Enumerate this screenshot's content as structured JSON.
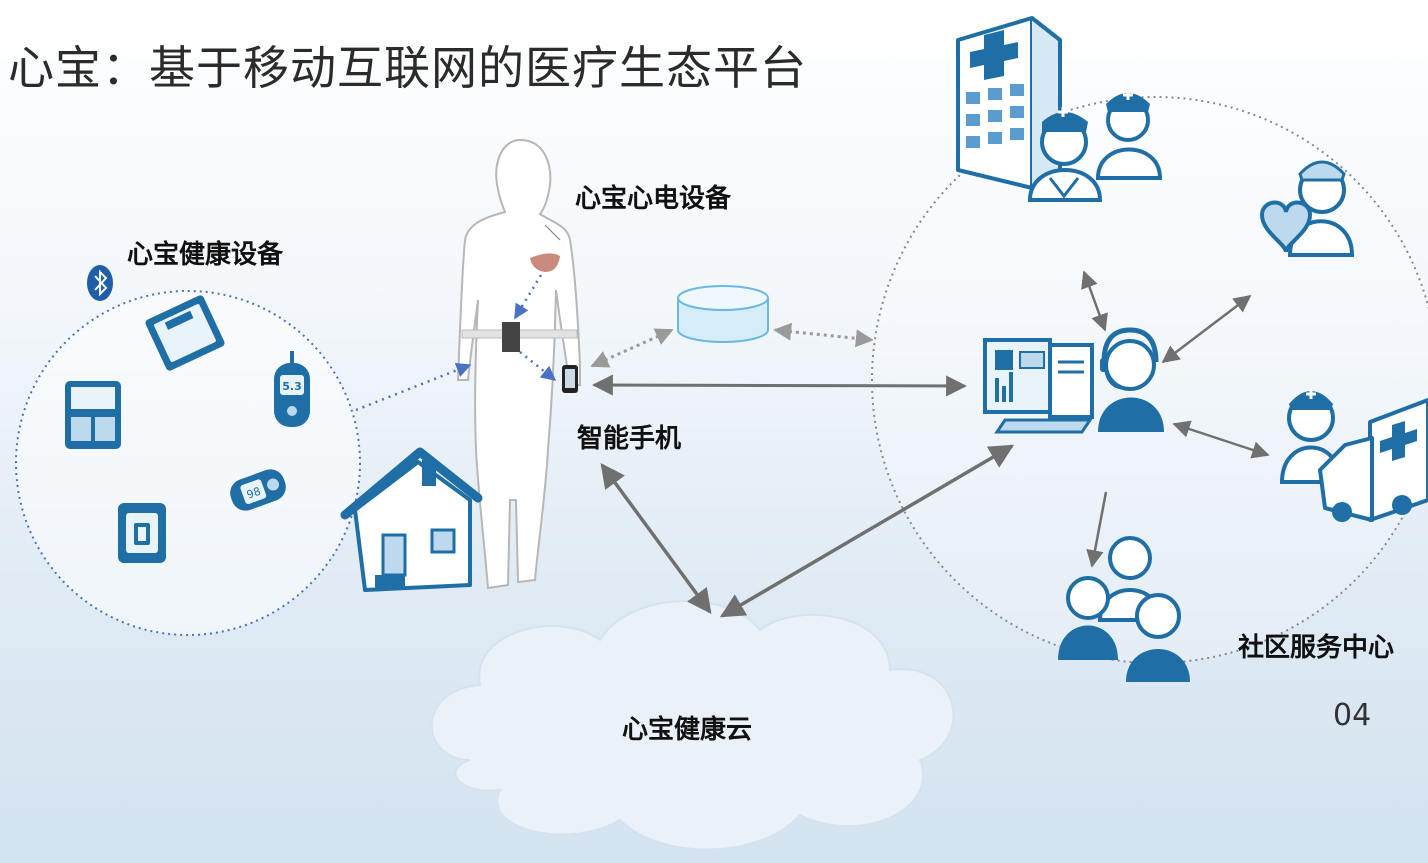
{
  "title": "心宝：基于移动互联网的医疗生态平台",
  "labels": {
    "health_devices": "心宝健康设备",
    "ecg_device": "心宝心电设备",
    "smartphone": "智能手机",
    "health_cloud": "心宝健康云",
    "community_center": "社区服务中心"
  },
  "devices": {
    "glucose_reading": "5.3",
    "oximeter_reading": "98"
  },
  "page_number": "04",
  "colors": {
    "icon_blue": "#1f6fa6",
    "icon_light": "#bcd9ee",
    "arrow_gray": "#707070",
    "dotted_blue": "#4a72c4",
    "ecg_patch": "#c98b7d"
  },
  "icons": [
    "bluetooth-icon",
    "scale-icon",
    "glucose-meter-icon",
    "monitor-case-icon",
    "pulse-oximeter-icon",
    "bp-cuff-icon",
    "house-icon",
    "database-icon",
    "hospital-icon",
    "doctor-icon",
    "nurse-icon",
    "heart-icon",
    "ambulance-icon",
    "computer-icon",
    "operator-icon",
    "community-group-icon",
    "cloud-shape"
  ]
}
